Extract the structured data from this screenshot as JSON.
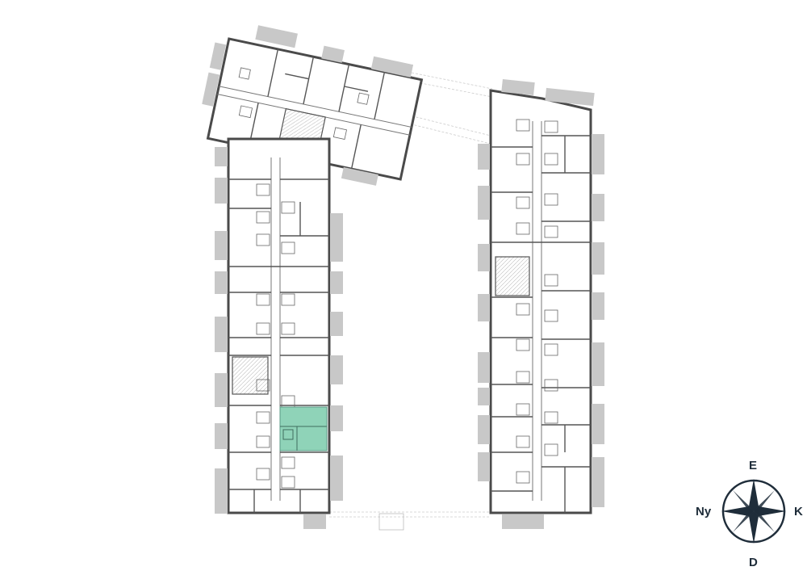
{
  "floorplan": {
    "highlight_color": "#8fd3b8",
    "balcony_color": "#c8c8c8",
    "wall_color": "#4a4a4a",
    "line_color": "#777777"
  },
  "compass": {
    "north_label": "E",
    "east_label": "K",
    "south_label": "D",
    "west_label": "Ny",
    "color": "#1f2d3a"
  }
}
